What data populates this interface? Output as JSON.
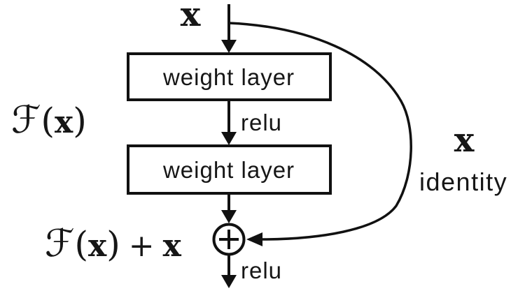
{
  "labels": {
    "input": "x",
    "box1": "weight layer",
    "relu_mid": "relu",
    "box2": "weight layer",
    "relu_out": "relu",
    "identity_x": "x",
    "identity": "identity",
    "residual": {
      "f": "ℱ",
      "lp": "(",
      "x": "x",
      "rp": ")"
    },
    "sum": {
      "f": "ℱ",
      "lp": "(",
      "x": "x",
      "rp": ")",
      "plus": "+",
      "x2": "x"
    }
  },
  "icons": {
    "sum_node": "plus-icon"
  },
  "colors": {
    "ink": "#111111",
    "text": "#161616",
    "background": "#ffffff"
  }
}
